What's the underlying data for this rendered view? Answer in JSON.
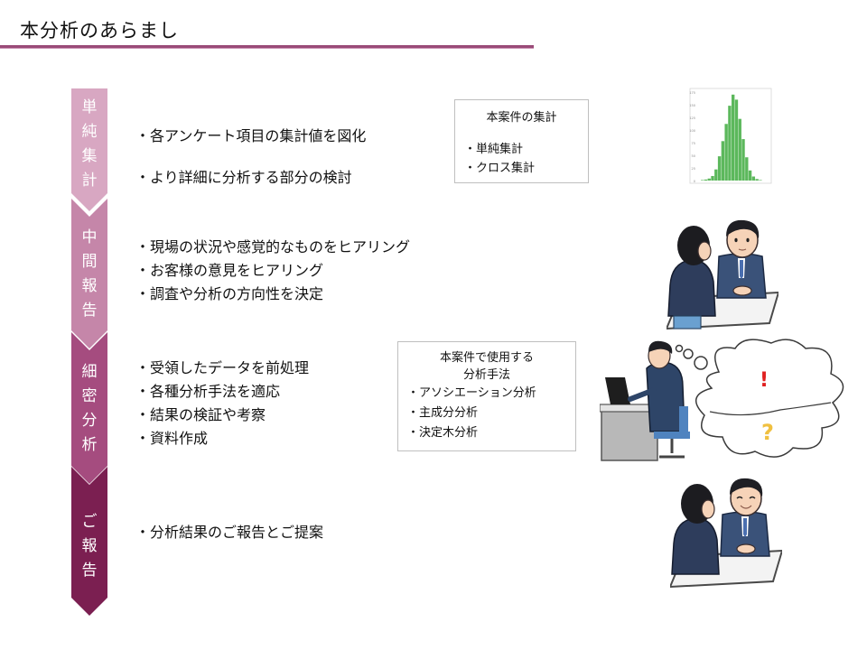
{
  "page": {
    "title": "本分析のあらまし"
  },
  "steps": [
    {
      "label": "単純集計",
      "chars": [
        "単",
        "純",
        "集",
        "計"
      ],
      "color": "#d8a7c2",
      "bullets": [
        "・各アンケート項目の集計値を図化",
        "・より詳細に分析する部分の検討"
      ]
    },
    {
      "label": "中間報告",
      "chars": [
        "中",
        "間",
        "報",
        "告"
      ],
      "color": "#c586a9",
      "bullets": [
        "・現場の状況や感覚的なものをヒアリング",
        "・お客様の意見をヒアリング",
        "・調査や分析の方向性を決定"
      ]
    },
    {
      "label": "細密分析",
      "chars": [
        "細",
        "密",
        "分",
        "析"
      ],
      "color": "#a54c7f",
      "bullets": [
        "・受領したデータを前処理",
        "・各種分析手法を適応",
        "・結果の検証や考察",
        "・資料作成"
      ]
    },
    {
      "label": "ご報告",
      "chars": [
        "ご",
        "報",
        "告"
      ],
      "color": "#7b1f51",
      "bullets": [
        "・分析結果のご報告とご提案"
      ]
    }
  ],
  "box1": {
    "title": "本案件の集計",
    "items": [
      "・単純集計",
      "・クロス集計"
    ]
  },
  "box2": {
    "title_lines": [
      "本案件で使用する",
      "分析手法"
    ],
    "items": [
      "・アソシエーション分析",
      "・主成分分析",
      "・決定木分析"
    ]
  },
  "histogram": {
    "type": "bar",
    "values": [
      1,
      2,
      4,
      9,
      22,
      48,
      78,
      112,
      148,
      170,
      160,
      122,
      82,
      46,
      20,
      8,
      3,
      1
    ],
    "color": "#5cb85c",
    "ytick_labels": [
      "175",
      "150",
      "125",
      "100",
      "75",
      "50",
      "25",
      "0"
    ],
    "xtick_labels": [
      "",
      "",
      "",
      "",
      "",
      "",
      "",
      "",
      "",
      ""
    ]
  },
  "thought": {
    "exclaim": "!",
    "question": "?",
    "exclaim_color": "#e02020",
    "question_color": "#f0c040"
  }
}
